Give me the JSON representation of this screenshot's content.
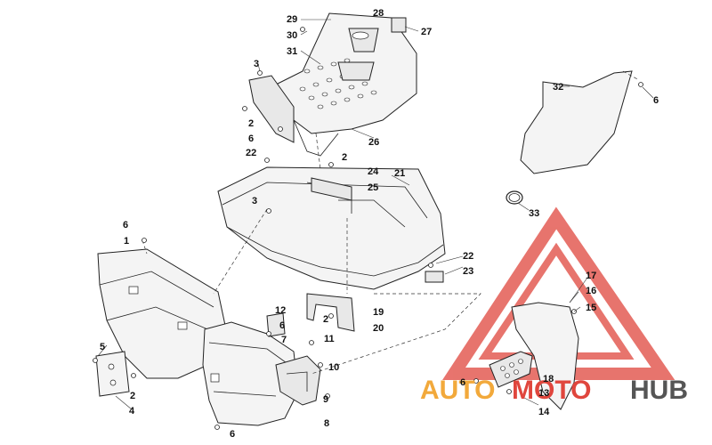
{
  "diagram": {
    "callouts": [
      "29",
      "28",
      "27",
      "30",
      "31",
      "3",
      "2",
      "6",
      "26",
      "22",
      "2",
      "24",
      "25",
      "21",
      "3",
      "6",
      "1",
      "32",
      "6",
      "33",
      "22",
      "23",
      "17",
      "16",
      "15",
      "12",
      "6",
      "2",
      "19",
      "7",
      "11",
      "20",
      "5",
      "10",
      "2",
      "9",
      "6",
      "18",
      "13",
      "4",
      "8",
      "14",
      "6"
    ]
  },
  "watermark": {
    "part1": "AUTO",
    "part2": "MOTO",
    "part3": "HUB",
    "colors": {
      "red": "#e0463d",
      "orange": "#f2a93b",
      "gray": "#555555"
    }
  }
}
